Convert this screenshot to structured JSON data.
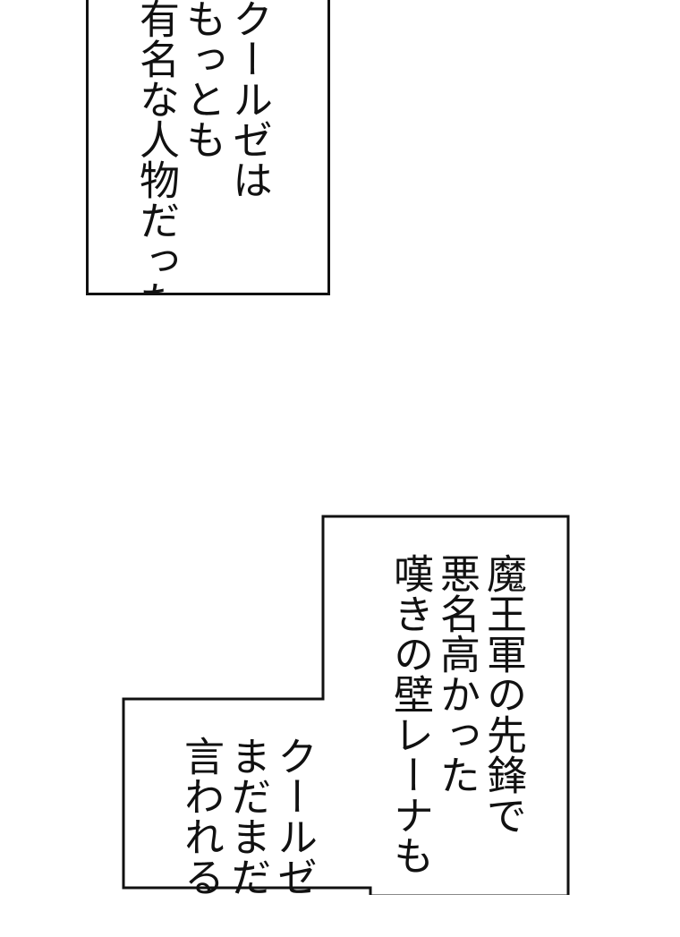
{
  "colors": {
    "background": "#ffffff",
    "ink": "#111111"
  },
  "caption_1": {
    "text": "クールゼは\nもっとも\n有名な人物だった"
  },
  "caption_2": {
    "text_upper": "魔王軍の先鋒で\n悪名高かった\n嘆きの壁レーナも",
    "text_lower": "クールゼの\nまだまだ\n言われる程"
  }
}
